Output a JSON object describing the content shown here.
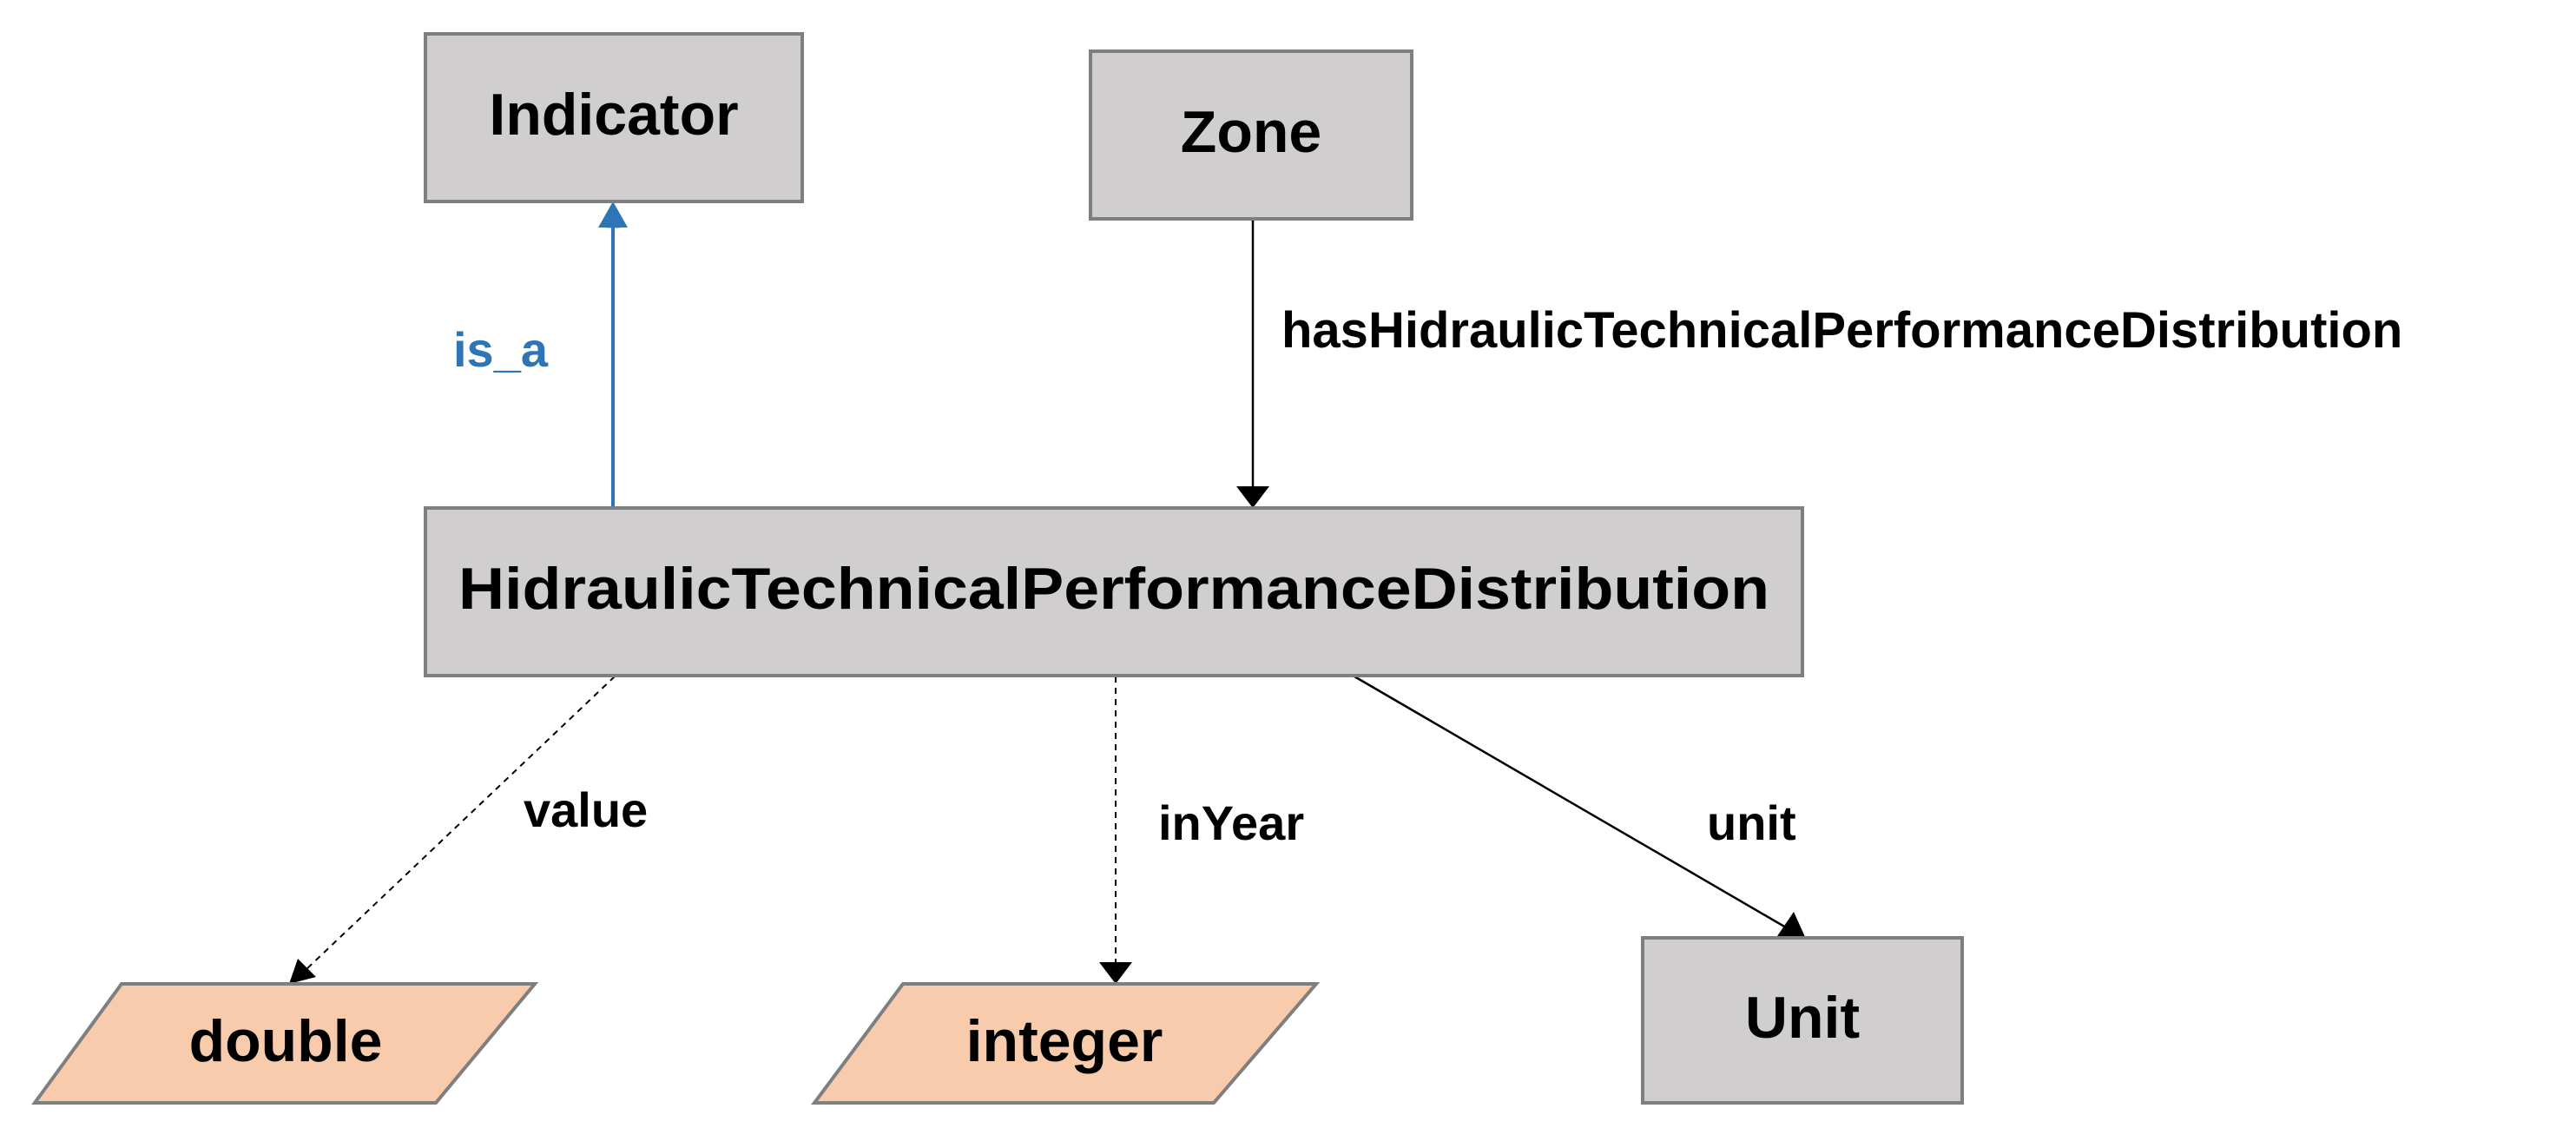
{
  "colors": {
    "class_fill": "#d0cece",
    "class_stroke": "#7f7f7f",
    "datatype_fill": "#f8cbad",
    "datatype_stroke": "#7f7f7f",
    "edge": "#000000",
    "is_a_edge": "#2e75b6",
    "is_a_label": "#2e75b6"
  },
  "nodes": {
    "indicator": {
      "label": "Indicator",
      "kind": "class"
    },
    "zone": {
      "label": "Zone",
      "kind": "class"
    },
    "main": {
      "label": "HidraulicTechnicalPerformanceDistribution",
      "kind": "class"
    },
    "double": {
      "label": "double",
      "kind": "datatype"
    },
    "integer": {
      "label": "integer",
      "kind": "datatype"
    },
    "unit": {
      "label": "Unit",
      "kind": "class"
    }
  },
  "edges": {
    "is_a": {
      "label": "is_a",
      "from": "HidraulicTechnicalPerformanceDistribution",
      "to": "Indicator",
      "style": "solid"
    },
    "has_distribution": {
      "label": "hasHidraulicTechnicalPerformanceDistribution",
      "from": "Zone",
      "to": "HidraulicTechnicalPerformanceDistribution",
      "style": "solid"
    },
    "value": {
      "label": "value",
      "from": "HidraulicTechnicalPerformanceDistribution",
      "to": "double",
      "style": "dashed"
    },
    "in_year": {
      "label": "inYear",
      "from": "HidraulicTechnicalPerformanceDistribution",
      "to": "integer",
      "style": "dashed"
    },
    "unit": {
      "label": "unit",
      "from": "HidraulicTechnicalPerformanceDistribution",
      "to": "Unit",
      "style": "solid"
    }
  }
}
